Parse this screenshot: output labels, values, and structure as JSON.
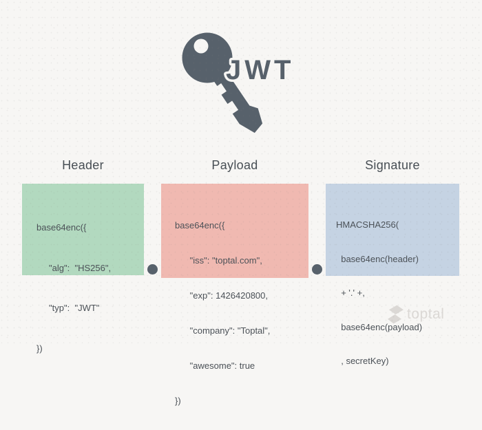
{
  "logo": {
    "title": "JWT"
  },
  "sections": [
    {
      "id": "header",
      "title": "Header",
      "box_color": "#b2d9bf",
      "code_lines": [
        "base64enc({",
        "     \"alg\":  \"HS256\",",
        "     \"typ\":  \"JWT\"",
        "})"
      ]
    },
    {
      "id": "payload",
      "title": "Payload",
      "box_color": "#f0b9b1",
      "code_lines": [
        "base64enc({",
        "      \"iss\": \"toptal.com\",",
        "      \"exp\": 1426420800,",
        "      \"company\": \"Toptal\",",
        "      \"awesome\": true",
        "})"
      ]
    },
    {
      "id": "signature",
      "title": "Signature",
      "box_color": "#c5d3e3",
      "code_lines": [
        "HMACSHA256(",
        "  base64enc(header)",
        "  + '.' +,",
        "  base64enc(payload)",
        "  , secretKey)"
      ]
    }
  ],
  "connector_dots": {
    "color": "#57616b"
  },
  "watermark": {
    "brand": "toptal"
  },
  "colors": {
    "background": "#f7f6f4",
    "key": "#57616b",
    "title_text": "#474e54",
    "code_text": "#4b5157",
    "watermark_gray": "#dbd8d5"
  }
}
